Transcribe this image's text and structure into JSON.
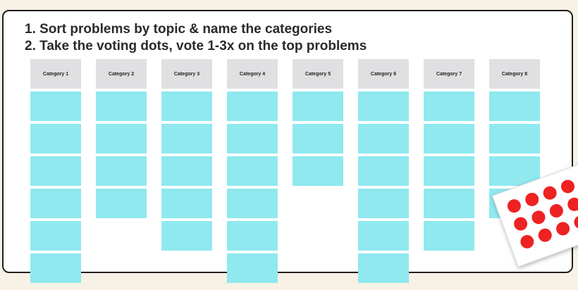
{
  "instructions": [
    "1. Sort problems by topic & name the categories",
    "2. Take the voting dots, vote 1-3x on the top problems"
  ],
  "categories": [
    {
      "label": "Category 1",
      "stickies": 6
    },
    {
      "label": "Category 2",
      "stickies": 4
    },
    {
      "label": "Category 3",
      "stickies": 5
    },
    {
      "label": "Category 4",
      "stickies": 6
    },
    {
      "label": "Category 5",
      "stickies": 3
    },
    {
      "label": "Category 6",
      "stickies": 6
    },
    {
      "label": "Category 7",
      "stickies": 5
    },
    {
      "label": "Category 8",
      "stickies": 4
    }
  ],
  "colors": {
    "sticky": "#8fe9ef",
    "header": "#e0e0e2",
    "dot": "#ee2222",
    "background": "#f7f1e6"
  },
  "voting_dots": {
    "rows": 3,
    "per_row": 5
  }
}
